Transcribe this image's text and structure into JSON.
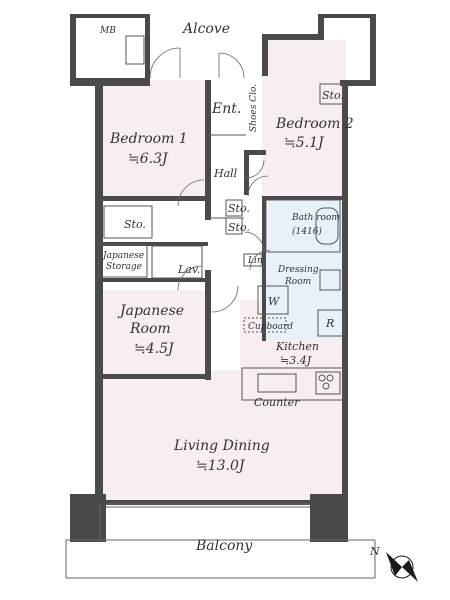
{
  "rooms": {
    "mb": "MB",
    "alcove": "Alcove",
    "entrance": "Ent.",
    "shoes_closet": "Shoes Clo.",
    "bedroom1_name": "Bedroom 1",
    "bedroom1_area": "≒6.3J",
    "bedroom2_name": "Bedroom 2",
    "bedroom2_area": "≒5.1J",
    "sto_bedroom2": "Sto.",
    "hall": "Hall",
    "sto_bedroom1": "Sto.",
    "sto_hall_1": "Sto.",
    "sto_hall_2": "Sto.",
    "bath_room": "Bath room",
    "bath_size": "(1416)",
    "japanese_storage_1": "Japanese",
    "japanese_storage_2": "Storage",
    "lav": "Lav.",
    "lin": "Lin",
    "dressing_room_1": "Dressing",
    "dressing_room_2": "Room",
    "washer": "W",
    "japanese_room_1": "Japanese",
    "japanese_room_2": "Room",
    "japanese_room_area": "≒4.5J",
    "cupboard": "Cupboard",
    "refrigerator": "R",
    "kitchen_name": "Kitchen",
    "kitchen_area": "≒3.4J",
    "counter": "Counter",
    "living_dining_name": "Living Dining",
    "living_dining_area": "≒13.0J",
    "balcony": "Balcony",
    "north": "N"
  },
  "colors": {
    "wall": "#4a4a4a",
    "floor_pink": "#f6eef0",
    "floor_blue": "#e6f1f8",
    "line": "#555555",
    "compass_fill": "#1a1a1a"
  }
}
